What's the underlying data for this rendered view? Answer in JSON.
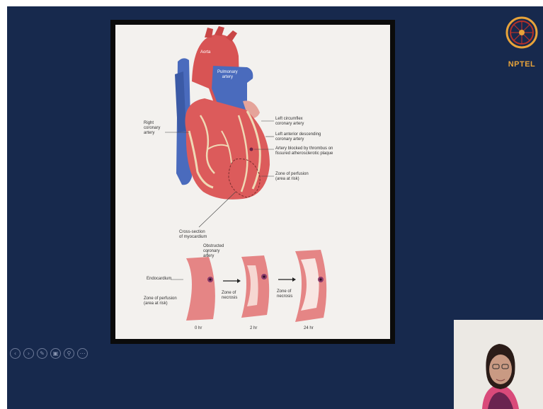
{
  "logo": {
    "text": "NPTEL",
    "icon": "nptel-wheel-logo"
  },
  "figure": {
    "labels": {
      "aorta": "Aorta",
      "pulmonary_artery": "Pulmonary\nartery",
      "right_coronary": "Right\ncoronary\nartery",
      "left_circumflex": "Left circumflex\ncoronary artery",
      "lad": "Left anterior descending\ncoronary artery",
      "blocked": "Artery blocked by thrombus on\nfissured atherosclerotic plaque",
      "zone_perfusion_top": "Zone of perfusion\n(area at risk)",
      "cross_section": "Cross-section\nof myocardium",
      "obstructed": "Obstructed\ncoronary\nartery",
      "endocardium": "Endocardium",
      "zone_perfusion_bottom": "Zone of perfusion\n(area at risk)",
      "necrosis_1": "Zone of\nnecrosis",
      "necrosis_2": "Zone of\nnecrosis",
      "time_0": "0 hr",
      "time_2": "2 hr",
      "time_24": "24 hr"
    }
  },
  "toolbar": {
    "icons": [
      "prev-icon",
      "next-icon",
      "pen-icon",
      "copy-icon",
      "zoom-icon",
      "more-icon"
    ],
    "glyphs": [
      "‹",
      "›",
      "✎",
      "▣",
      "⚲",
      "⋯"
    ]
  },
  "colors": {
    "slide_bg": "#17294d",
    "heart_red": "#dc5b5b",
    "vessel_blue": "#4466b8",
    "logo_orange": "#e8a33a"
  }
}
